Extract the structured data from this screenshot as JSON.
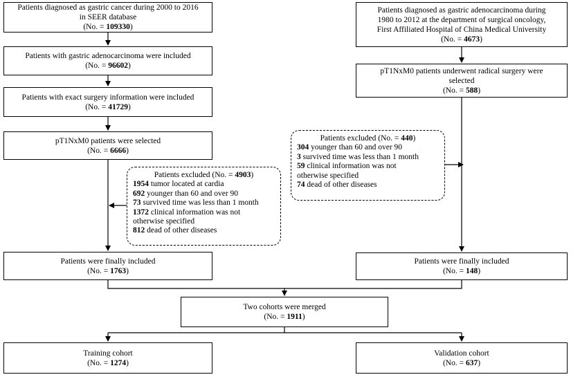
{
  "left": {
    "seer": {
      "l1": "Patients  diagnosed  as gastric  cancer  during  2000 to 2016",
      "l2": "in  SEER  database",
      "pre": "(No. = ",
      "num": "109330",
      "post": ")"
    },
    "adeno": {
      "l1": "Patients  with  gastric  adenocarcinoma  were  included",
      "pre": "(No. = ",
      "num": "96602",
      "post": ")"
    },
    "surgery": {
      "l1": "Patients  with  exact surgery  information  were  included",
      "pre": "(No. = ",
      "num": "41729",
      "post": ")"
    },
    "pt1": {
      "l1": "pT1NxM0  patients  were  selected",
      "pre": "(No. = ",
      "num": "6666",
      "post": ")"
    },
    "final": {
      "l1": "Patients  were  finally  included",
      "pre": "(No. = ",
      "num": "1763",
      "post": ")"
    }
  },
  "left_excluded": {
    "title_pre": "Patients  excluded  (No. = ",
    "title_num": "4903",
    "title_post": ")",
    "items": [
      {
        "num": "1954",
        "text": " tumor  located  at cardia"
      },
      {
        "num": "692",
        "text": " younger  than  60 and over  90"
      },
      {
        "num": "73",
        "text": " survived  time  was less than 1 month"
      },
      {
        "num": "1372",
        "text": " clinical  information  was not"
      },
      {
        "num": "",
        "text": "otherwise  specified"
      },
      {
        "num": "812",
        "text": " dead of other diseases"
      }
    ]
  },
  "right": {
    "cmu": {
      "l1": "Patients  diagnosed  as gastric  adenocarcinoma  during",
      "l2": "1980 to 2012 at the department  of surgical  oncology,",
      "l3": "First Affiliated  Hospital  of China  Medical  University",
      "pre": "(No. = ",
      "num": "4673",
      "post": ")"
    },
    "radical": {
      "l1": "pT1NxM0  patients  underwent  radical  surgery  were",
      "l2": "selected",
      "pre": "(No. = ",
      "num": "588",
      "post": ")"
    },
    "final": {
      "l1": "Patients  were  finally  included",
      "pre": "(No. = ",
      "num": "148",
      "post": ")"
    }
  },
  "right_excluded": {
    "title_pre": "Patients  excluded  (No. = ",
    "title_num": "440",
    "title_post": ")",
    "items": [
      {
        "num": "304",
        "text": " younger  than  60 and over  90"
      },
      {
        "num": "3",
        "text": " survived  time  was less than  1 month"
      },
      {
        "num": "59",
        "text": " clinical  information  was not"
      },
      {
        "num": "",
        "text": "otherwise  specified"
      },
      {
        "num": "74",
        "text": " dead of other diseases"
      }
    ]
  },
  "merged": {
    "l1": "Two  cohorts  were  merged",
    "pre": "(No. = ",
    "num": "1911",
    "post": ")"
  },
  "training": {
    "l1": "Training  cohort",
    "pre": "(No. = ",
    "num": "1274",
    "post": ")"
  },
  "validation": {
    "l1": "Validation  cohort",
    "pre": "(No. = ",
    "num": "637",
    "post": ")"
  }
}
